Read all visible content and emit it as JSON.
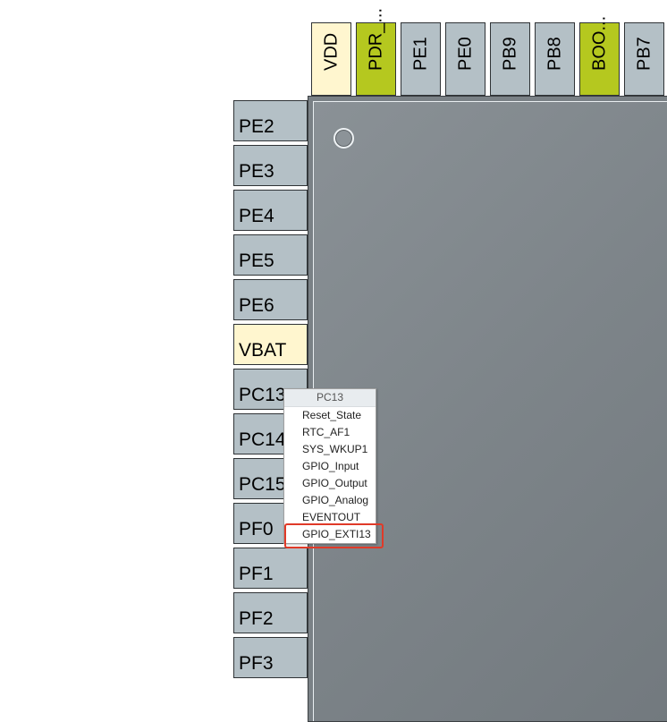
{
  "top_pins": [
    {
      "label": "VDD",
      "kind": "power"
    },
    {
      "label": "PDR_...",
      "kind": "reserved"
    },
    {
      "label": "PE1",
      "kind": "gpio"
    },
    {
      "label": "PE0",
      "kind": "gpio"
    },
    {
      "label": "PB9",
      "kind": "gpio"
    },
    {
      "label": "PB8",
      "kind": "gpio"
    },
    {
      "label": "BOO...",
      "kind": "reserved"
    },
    {
      "label": "PB7",
      "kind": "gpio"
    }
  ],
  "left_pins": [
    {
      "label": "PE2",
      "kind": "gpio"
    },
    {
      "label": "PE3",
      "kind": "gpio"
    },
    {
      "label": "PE4",
      "kind": "gpio"
    },
    {
      "label": "PE5",
      "kind": "gpio"
    },
    {
      "label": "PE6",
      "kind": "gpio"
    },
    {
      "label": "VBAT",
      "kind": "power"
    },
    {
      "label": "PC13",
      "kind": "gpio"
    },
    {
      "label": "PC14",
      "kind": "gpio"
    },
    {
      "label": "PC15",
      "kind": "gpio"
    },
    {
      "label": "PF0",
      "kind": "gpio"
    },
    {
      "label": "PF1",
      "kind": "gpio"
    },
    {
      "label": "PF2",
      "kind": "gpio"
    },
    {
      "label": "PF3",
      "kind": "gpio"
    }
  ],
  "context_menu": {
    "title": "PC13",
    "items": [
      "Reset_State",
      "RTC_AF1",
      "SYS_WKUP1",
      "GPIO_Input",
      "GPIO_Output",
      "GPIO_Analog",
      "EVENTOUT",
      "GPIO_EXTI13"
    ],
    "highlighted": "GPIO_EXTI13"
  },
  "colors": {
    "gpio_pin": "#b4c0c6",
    "power_pin": "#fff6cf",
    "reserved_pin": "#b5c81f",
    "chip_body": "#7a8186",
    "highlight": "#e03a28"
  }
}
